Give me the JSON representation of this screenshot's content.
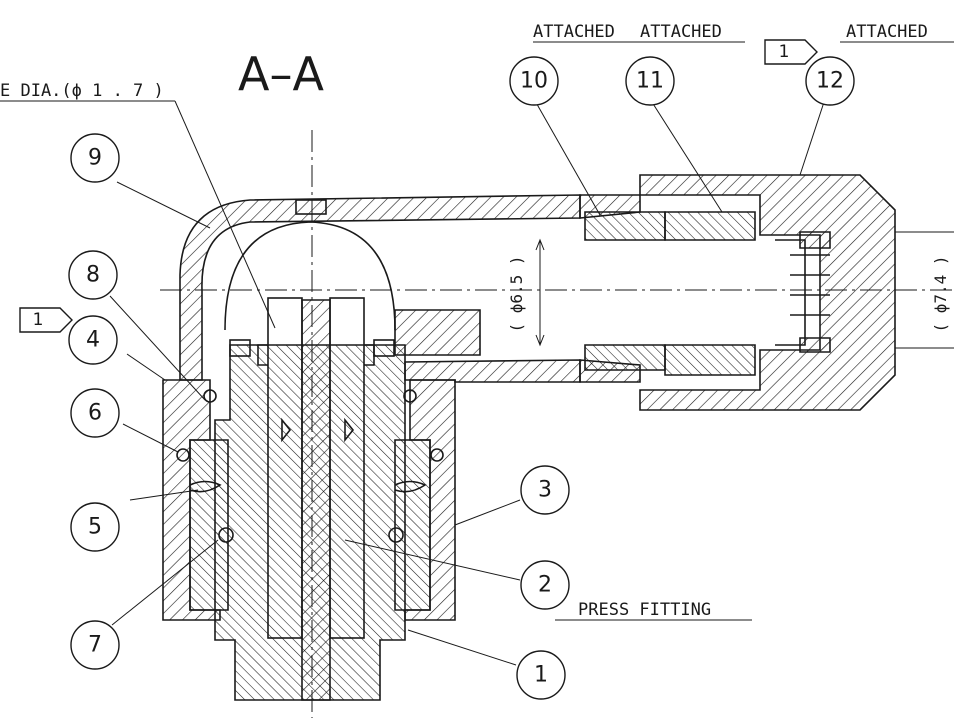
{
  "section_title": "A–A",
  "notes": {
    "dia_note": "E DIA.(ϕ 1 . 7 )",
    "attached_10": "ATTACHED",
    "attached_11": "ATTACHED",
    "attached_12": "ATTACHED",
    "press_fitting": "PRESS FITTING"
  },
  "dimensions": {
    "inner_dia": "( ϕ6.5 )",
    "outer_dia": "( ϕ7.4 )"
  },
  "flags": {
    "flag_left": "1",
    "flag_right": "1"
  },
  "balloons": [
    "1",
    "2",
    "3",
    "4",
    "5",
    "6",
    "7",
    "8",
    "9",
    "10",
    "11",
    "12"
  ]
}
